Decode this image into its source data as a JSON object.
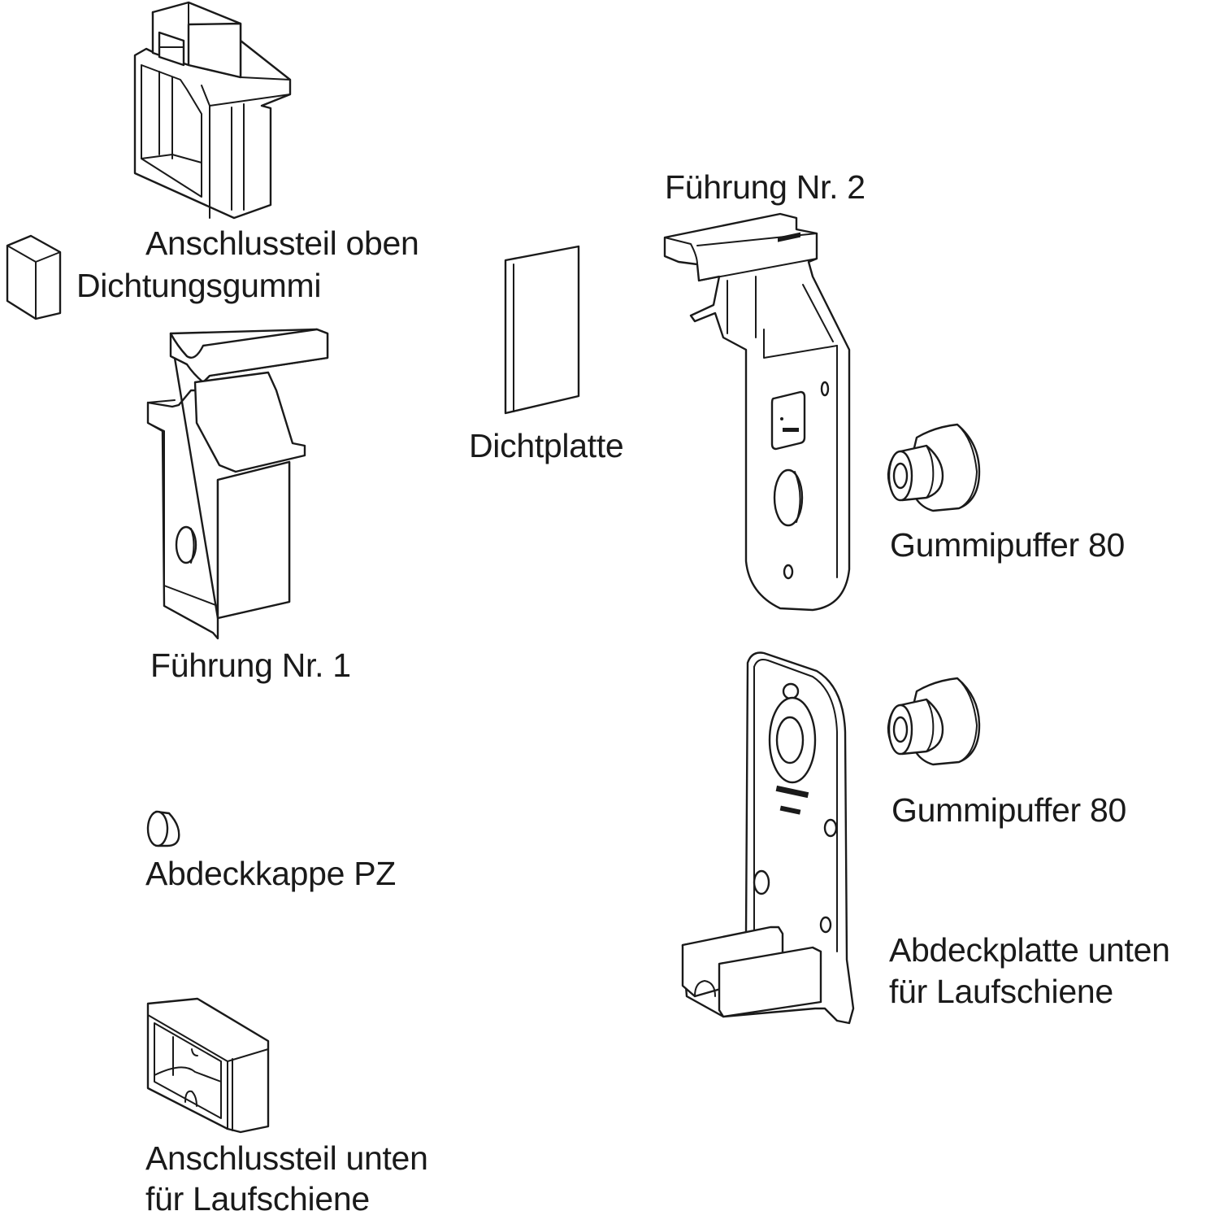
{
  "diagram": {
    "title": "",
    "colors": {
      "line": "#1a1a1a",
      "background": "#ffffff"
    },
    "parts": [
      {
        "id": "anschlussteil-oben",
        "label": "Anschlussteil oben",
        "lines": [
          "Anschlussteil oben"
        ]
      },
      {
        "id": "dichtungsgummi",
        "label": "Dichtungsgummi",
        "lines": [
          "Dichtungsgummi"
        ]
      },
      {
        "id": "fuehrung-nr-1",
        "label": "Führung Nr. 1",
        "lines": [
          "Führung Nr. 1"
        ]
      },
      {
        "id": "dichtplatte",
        "label": "Dichtplatte",
        "lines": [
          "Dichtplatte"
        ]
      },
      {
        "id": "fuehrung-nr-2",
        "label": "Führung Nr. 2",
        "lines": [
          "Führung Nr. 2"
        ]
      },
      {
        "id": "gummipuffer-80-a",
        "label": "Gummipuffer 80",
        "lines": [
          "Gummipuffer 80"
        ]
      },
      {
        "id": "gummipuffer-80-b",
        "label": "Gummipuffer 80",
        "lines": [
          "Gummipuffer 80"
        ]
      },
      {
        "id": "abdeckkappe-pz",
        "label": "Abdeckkappe PZ",
        "lines": [
          "Abdeckkappe PZ"
        ]
      },
      {
        "id": "abdeckplatte-unten",
        "label": "Abdeckplatte unten für Laufschiene",
        "lines": [
          "Abdeckplatte unten",
          "für Laufschiene"
        ]
      },
      {
        "id": "anschlussteil-unten",
        "label": "Anschlussteil unten für Laufschiene",
        "lines": [
          "Anschlussteil unten",
          "für Laufschiene"
        ]
      }
    ]
  }
}
